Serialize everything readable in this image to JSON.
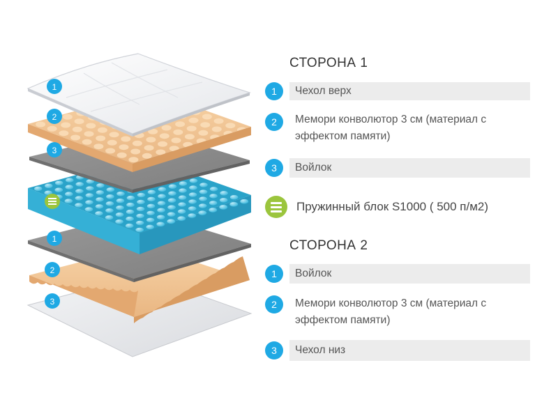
{
  "side1": {
    "title": "СТОРОНА 1",
    "items": [
      {
        "num": "1",
        "label": "Чехол верх"
      },
      {
        "num": "2",
        "label": "Мемори конволютор 3 см (материал с эффектом памяти)"
      },
      {
        "num": "3",
        "label": "Войлок"
      }
    ]
  },
  "spring": {
    "label": "Пружинный блок S1000 ( 500 п/м2)"
  },
  "side2": {
    "title": "СТОРОНА 2",
    "items": [
      {
        "num": "1",
        "label": "Войлок"
      },
      {
        "num": "2",
        "label": "Мемори конволютор 3 см (материал с эффектом памяти)"
      },
      {
        "num": "3",
        "label": "Чехол низ"
      }
    ]
  },
  "diagram_badges": [
    "1",
    "2",
    "3",
    "1",
    "2",
    "3"
  ],
  "colors": {
    "badge_blue": "#1fa9e4",
    "spring_green": "#9bc53d",
    "foam": "#f5c89a",
    "felt": "#8e8e8e",
    "springs": "#48c2df",
    "label_bg": "#ececec"
  },
  "icons": {
    "spring_block": "spring-block-icon"
  }
}
